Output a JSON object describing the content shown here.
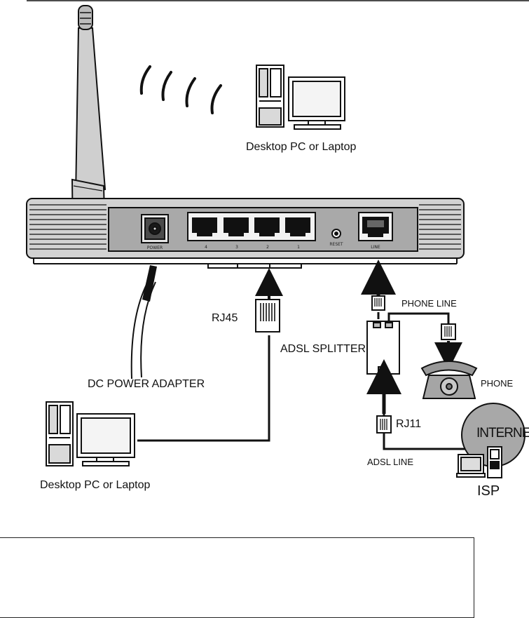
{
  "labels": {
    "pc_top": "Desktop PC or Laptop",
    "pc_bottom": "Desktop PC or Laptop",
    "rj45": "RJ45",
    "adsl_splitter": "ADSL SPLITTER",
    "phone_line": "PHONE LINE",
    "phone": "PHONE",
    "dc_power_adapter": "DC POWER ADAPTER",
    "rj11": "RJ11",
    "adsl_line": "ADSL LINE",
    "internet": "INTERNET",
    "isp": "ISP"
  },
  "router_panel": {
    "power": "POWER",
    "reset": "RESET",
    "line": "LINE",
    "ports": [
      "4",
      "3",
      "2",
      "1"
    ]
  },
  "colors": {
    "router_body": "#d2d2d2",
    "router_panel": "#a9a9a9",
    "internet_cloud": "#a8a8a8",
    "line": "#111111"
  }
}
